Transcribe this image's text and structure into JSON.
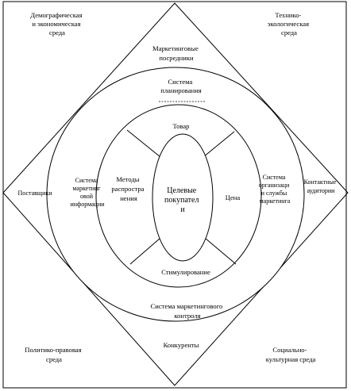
{
  "corners": {
    "top_left": [
      "Демографическая",
      "и экономическая",
      "среда"
    ],
    "top_right": [
      "Технико-",
      "экологическая",
      "среда"
    ],
    "bottom_left": [
      "Политико-правовая",
      "среда"
    ],
    "bottom_right": [
      "Социально-",
      "культурная среда"
    ]
  },
  "diamond": {
    "top": [
      "Маркетинговые",
      "посредники"
    ],
    "bottom": "Конкуренты",
    "left": "Поставщики",
    "right": [
      "Контактные",
      "аудитории"
    ]
  },
  "outer_ring": {
    "top": [
      "Система",
      "планирования"
    ],
    "bottom": [
      "Система маркетингового",
      "контроля"
    ],
    "left": [
      "Система",
      "маркетинг",
      "овой",
      "информации"
    ],
    "right": [
      "Система",
      "организаци",
      "и службы",
      "маркетинга"
    ]
  },
  "inner_ring": {
    "top": "Товар",
    "bottom": "Стимулирование",
    "left": [
      "Методы",
      "распростра",
      "нения"
    ],
    "right": "Цена"
  },
  "center": [
    "Целевые",
    "покупател",
    "и"
  ]
}
